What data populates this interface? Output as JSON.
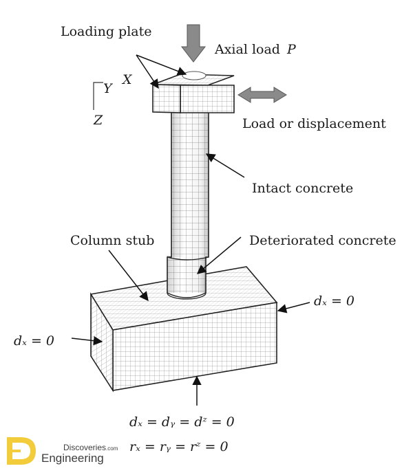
{
  "labels": {
    "loading_plate": "Loading plate",
    "axial_load": "Axial load",
    "axial_load_symbol": "P",
    "load_or_displacement": "Load or displacement",
    "intact_concrete": "Intact concrete",
    "column_stub": "Column stub",
    "deteriorated_concrete": "Deteriorated concrete",
    "dx_right": "dₓ = 0",
    "dx_left": "dₓ = 0",
    "fixed_displacements": "dₓ = dᵧ = dᶻ = 0",
    "fixed_rotations": "rₓ = rᵧ = rᶻ = 0"
  },
  "axes": {
    "x": "X",
    "y": "Y",
    "z": "Z"
  },
  "watermark": {
    "site": "Discoveries",
    "domain": ".com",
    "brand": "Engineering"
  },
  "colors": {
    "arrow_fill": "#8a8a8a",
    "mesh_line": "#9a9a9a",
    "outline": "#222222",
    "watermark_yellow": "#f2c41a"
  }
}
